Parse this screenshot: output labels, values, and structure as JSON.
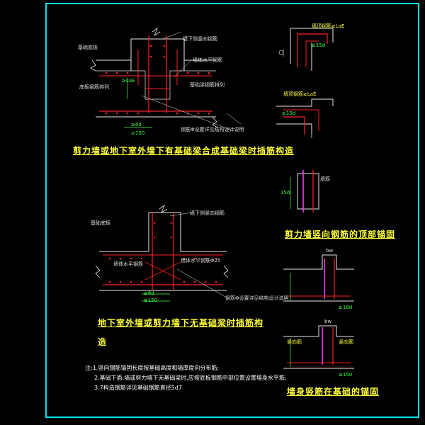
{
  "colors": {
    "frame": "#00e5ee",
    "concrete": "#e8e8e8",
    "rebar": "#ff2020",
    "dim": "#3cff3c",
    "title": "#ffff3a",
    "stirrup": "#ff40ff"
  },
  "titles": {
    "fig1": "剪力墙或地下室外墙下有基础梁合成基础梁时插筋构造",
    "fig2_line1": "地下室外墙或剪力墙下无基础梁时插筋构",
    "fig2_line2": "造",
    "fig3": "剪力墙竖向钢筋的顶部锚固",
    "fig4": "墙身竖筋在基础的锚固"
  },
  "fig1": {
    "label_top": "墙下侧竖向钢筋",
    "label_base": "基础底板",
    "label_ring": "底板钢筋排列",
    "label_hz": "墙体水平钢筋",
    "label_lae": "≥LaE",
    "label_hint": "基础梁钢筋排列",
    "label_b1": "≥6d",
    "label_b2": "≥150",
    "label_b3": "钢筋Φ设置详见结构设计说明"
  },
  "fig2": {
    "label_top": "墙下侧竖向钢筋",
    "label_base": "基础底板",
    "label_hz": "墙体水平钢筋",
    "label_inner": "墙体水平钢筋Φ25",
    "label_b1": "≥6d",
    "label_b2": "≥150",
    "label_b3": "钢筋Φ设置详见结构设计说明"
  },
  "fig3": {
    "label_a": "墙顶钢筋≥LaE",
    "label_b": "≥15d",
    "label_c": "墙顶钢筋≥LaE",
    "label_d": "≥15d",
    "label_e": "15d",
    "label_f": "墙筋"
  },
  "fig4": {
    "label_bw": "bw",
    "label_bw2": "bw",
    "label_g1": "竖向筋",
    "label_g2": "竖向筋",
    "label_d1": "≥10d",
    "label_d2": "≥150"
  },
  "notes": [
    "注:1.竖向钢筋锚固长度按基础高度和墙厚度向分布筋;",
    "2.基础下面:墙或剪力墙下无基础梁时,应按底板钢筋中部位置设置墙身水平筋;",
    "3.7构造钢筋详见基础钢筋直径5d7"
  ]
}
